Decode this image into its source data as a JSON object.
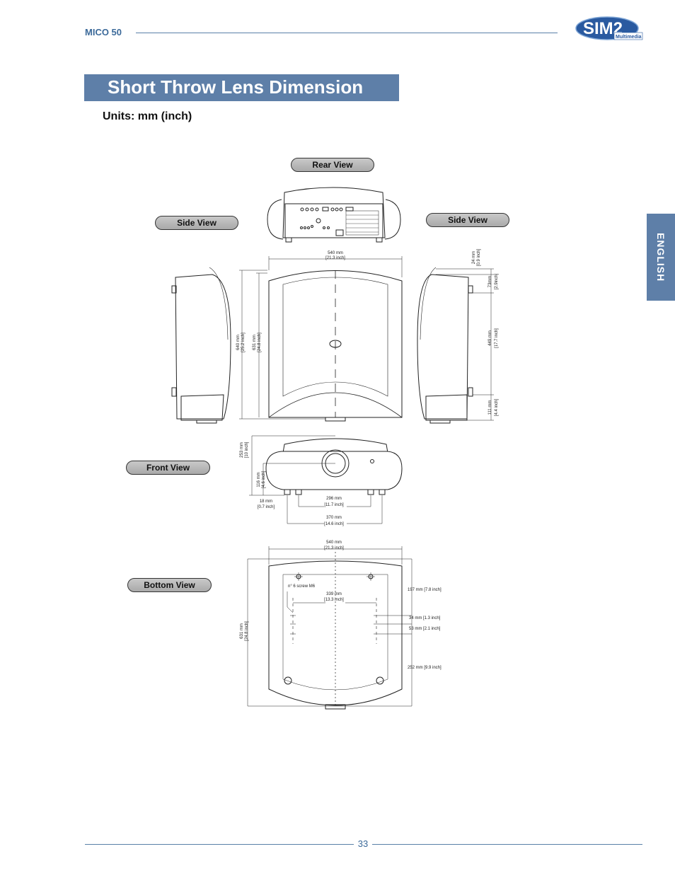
{
  "header": {
    "model": "MICO 50"
  },
  "logo": {
    "brand": "SIM2",
    "sub": "Multimedia",
    "color": "#2a5aa0"
  },
  "title": "Short Throw Lens Dimension",
  "units": "Units: mm (inch)",
  "language_tab": "ENGLISH",
  "views": {
    "rear": "Rear View",
    "side_left": "Side View",
    "side_right": "Side View",
    "front": "Front View",
    "bottom": "Bottom View"
  },
  "dims": {
    "top_width_mm": "540 mm",
    "top_width_in": "[21.3 inch]",
    "side_h1_mm": "640 mm",
    "side_h1_in": "[25.2 inch]",
    "side_h2_mm": "631 mm",
    "side_h2_in": "[24.8 inch]",
    "r_24_mm": "24 mm",
    "r_24_in": "[0.9 inch]",
    "r_73_mm": "73mm",
    "r_73_in": "[2.9inch]",
    "r_449_mm": "449 mm",
    "r_449_in": "[17.7 inch]",
    "r_111_mm": "111 mm",
    "r_111_in": "[4.4 inch]",
    "f_253_mm": "253 mm",
    "f_253_in": "[10 inch]",
    "f_116_mm": "116 mm",
    "f_116_in": "[4.6 inch]",
    "f_18_mm": "18 mm",
    "f_18_in": "[0.7 inch]",
    "f_296_mm": "296 mm",
    "f_296_in": "[11.7 inch]",
    "f_370_mm": "370 mm",
    "f_370_in": "[14.6 inch]",
    "b_540_mm": "540 mm",
    "b_540_in": "[21.3 inch]",
    "b_631_mm": "631 mm",
    "b_631_in": "[24.8 inch]",
    "b_screws": "n° 6 screw M6",
    "b_339_mm": "339 mm",
    "b_339_in": "[13.3 inch]",
    "b_197": "197 mm [7.8 inch]",
    "b_34": "34 mm [1.3 inch]",
    "b_53": "53 mm [2.1 inch]",
    "b_252": "252 mm [9.9 inch]"
  },
  "footer": {
    "page": "33"
  }
}
